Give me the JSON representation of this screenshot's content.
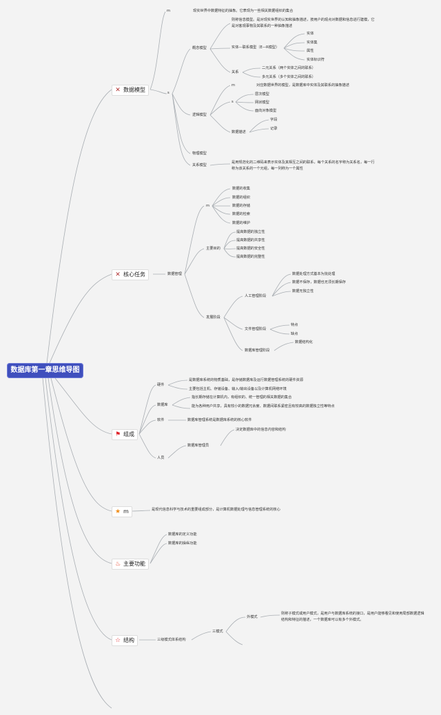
{
  "root": {
    "title": "数据库第一章思维导图"
  },
  "icons": {
    "tools": "tools-icon",
    "flag": "flag-icon",
    "star": "star-icon",
    "fire": "fire-icon",
    "star_outline": "star-outline-icon"
  },
  "colors": {
    "root_bg": "#3f4fbd",
    "line": "#a9aeb3",
    "flag": "#e0242b",
    "star": "#f08c17",
    "fire": "#e8432b"
  },
  "sections": {
    "model": {
      "label": "数据模型",
      "m": "m",
      "m_text": "现实世界中数据特征的抽象。它表现为一些相关数据组织的集合",
      "s": "s",
      "concept": "概念模型",
      "concept_desc": "则称信息模型。是对现实世界的认知和抽象描述，按用户的观点对数据和信息进行建模，它是对客观事物及其联系的一种抽象描述",
      "er": "实体—联系模型（E—R模型）",
      "er_items": [
        "实体",
        "实体集",
        "属性",
        "实体标识符"
      ],
      "rel": "关系",
      "rel_items": [
        "二元关系（两个实体之间的联系）",
        "多元关系（多个实体之间的联系）"
      ],
      "logic": "逻辑模型",
      "logic_m": "m",
      "logic_m_text": "对应数据世界的模型，是数据库中实体及其联系的抽象描述",
      "logic_s": "s",
      "logic_s_items": [
        "层次模型",
        "网状模型",
        "面向对象模型"
      ],
      "desc": "数据描述",
      "desc_items": [
        "字段",
        "记录"
      ],
      "physical": "物理模型",
      "relational": "关系模型",
      "relational_desc": "是用规范化的二维码来表示实体及其相互之间的联系，每个关系的名字称为关系名，每一行称为该关系的一个元组，每一列称为一个属性"
    },
    "core": {
      "label": "核心任务",
      "dm": "数据管理",
      "m": "m",
      "m_items": [
        "数据的收集",
        "数据的组织",
        "数据的存储",
        "数据的检索",
        "数据的维护"
      ],
      "goal": "主要目的",
      "goal_items": [
        "提高数据的独立性",
        "提高数据的共享性",
        "提高数据的安全性",
        "提高数据的完整性"
      ],
      "stage": "发展阶段",
      "manual": "人工管理阶段",
      "manual_items": [
        "数据处理方式基本为批处理",
        "数据不保存，数据也无须长期保存",
        "数据无独立性"
      ],
      "file": "文件管理阶段",
      "file_items": [
        "特点",
        "缺点"
      ],
      "db": "数据库管理阶段",
      "db_items": [
        "数据结构化"
      ]
    },
    "comp": {
      "label": "组成",
      "hw": "硬件",
      "hw_items": [
        "是数据库系统的物质基础，是存储数据库及运行数据管理系统的硬件资源",
        "主要包括主机、存储设备、输入/输出设备以及计算机网络环境"
      ],
      "db": "数据库",
      "db_items": [
        "指长期存储在计算机内，有组织的、统一管理的相关数据的集合",
        "能为各种用户共享，具有较小的数据冗余度、数据间联系紧密且有较高的数据独立性等特点"
      ],
      "sw": "软件",
      "sw_text": "数据库管理系统是数据库系统的核心软件",
      "people": "人员",
      "dba": "数据库管理员",
      "dba_text": "决定数据库中的信息内容和结构"
    },
    "m": {
      "label": "m",
      "text": "是现代信息科学与技术的重要组成部分，是计算机数据处理与信息管理系统的核心"
    },
    "func": {
      "label": "主要功能",
      "items": [
        "数据库的定义功能",
        "数据库的操纵功能"
      ]
    },
    "struct": {
      "label": "结构",
      "three_level": "三级模式体系结构",
      "three": "三模式",
      "ext": "外模式",
      "ext_text": "则称子模式或用户模式，是用户与数据库系统的接口，是用户能够看见和使用局部数据逻辑结构和特征的描述，一个数据库可以有多个外模式。"
    }
  }
}
